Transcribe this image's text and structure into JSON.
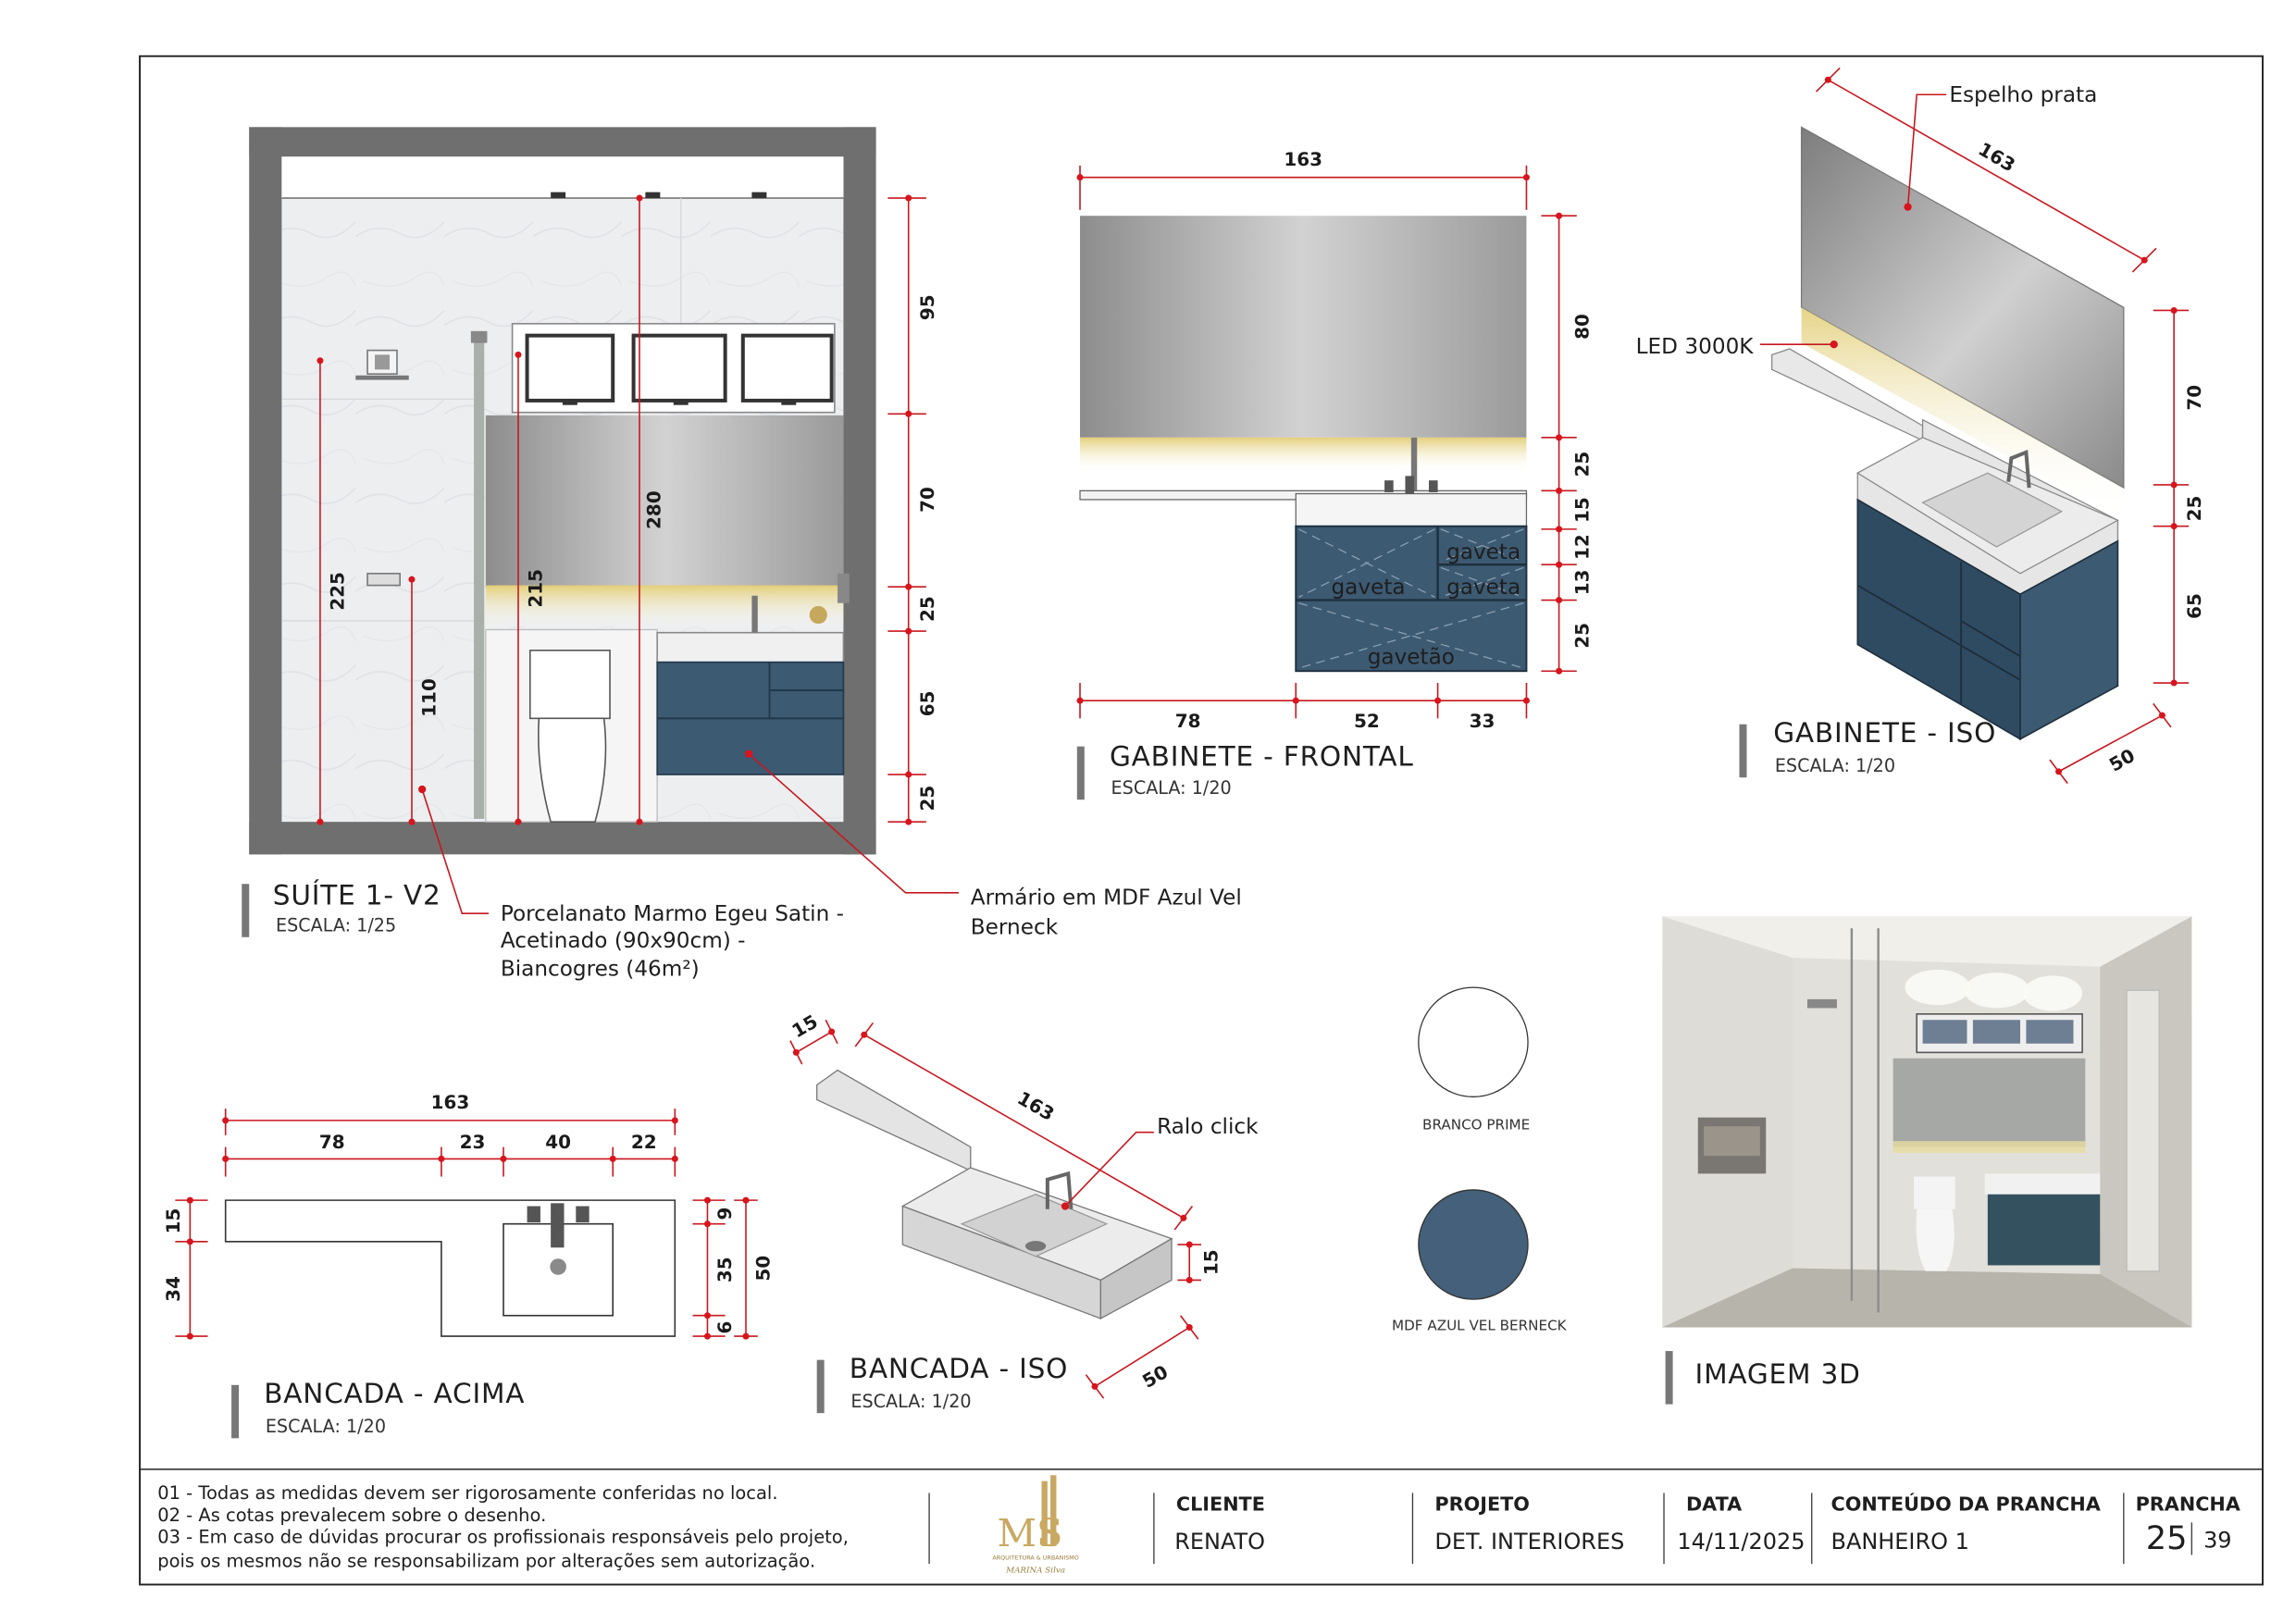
{
  "views": {
    "suite": {
      "title": "SUÍTE 1- V2",
      "scale": "ESCALA: 1/25"
    },
    "gab_frontal": {
      "title": "GABINETE - FRONTAL",
      "scale": "ESCALA: 1/20"
    },
    "gab_iso": {
      "title": "GABINETE - ISO",
      "scale": "ESCALA: 1/20"
    },
    "bancada_acima": {
      "title": "BANCADA - ACIMA",
      "scale": "ESCALA: 1/20"
    },
    "bancada_iso": {
      "title": "BANCADA - ISO",
      "scale": "ESCALA: 1/20"
    },
    "imagem3d": {
      "title": "IMAGEM 3D"
    }
  },
  "annotations": {
    "porcelanato": [
      "Porcelanato Marmo Egeu Satin -",
      "Acetinado (90x90cm) -",
      "Biancogres (46m²)"
    ],
    "armario": [
      "Armário em MDF Azul Vel",
      "Berneck"
    ],
    "espelho": "Espelho prata",
    "led": "LED 3000K",
    "ralo": "Ralo click",
    "gaveta": "gaveta",
    "gavetao": "gavetão"
  },
  "dimensions": {
    "suite": {
      "d95": "95",
      "d70": "70",
      "d25a": "25",
      "d65": "65",
      "d25b": "25",
      "d280": "280",
      "d225": "225",
      "d215": "215",
      "d110": "110"
    },
    "frontal": {
      "w163": "163",
      "d80": "80",
      "d25": "25",
      "d15": "15",
      "d12": "12",
      "d13": "13",
      "d25b": "25",
      "w78": "78",
      "w52": "52",
      "w33": "33"
    },
    "iso": {
      "w163": "163",
      "d70": "70",
      "d25": "25",
      "d65": "65",
      "d50": "50"
    },
    "acima": {
      "w163": "163",
      "w78": "78",
      "w23": "23",
      "w40": "40",
      "w22": "22",
      "d15": "15",
      "d34": "34",
      "d9": "9",
      "d35": "35",
      "d6": "6",
      "d50": "50"
    },
    "biso": {
      "d15a": "15",
      "w163": "163",
      "d15b": "15",
      "d50": "50"
    }
  },
  "swatches": [
    {
      "label": "BRANCO PRIME",
      "color": "#ffffff"
    },
    {
      "label": "MDF AZUL VEL BERNECK",
      "color": "#44607a"
    }
  ],
  "colors": {
    "accent_red": "#c8171f",
    "cabinet_blue": "#3c5a72",
    "wall_grey": "#6f6f6f"
  },
  "notes": [
    "01 - Todas as medidas devem ser rigorosamente conferidas no local.",
    "02 - As cotas prevalecem sobre o desenho.",
    "03 - Em caso de dúvidas procurar os profissionais responsáveis pelo projeto,",
    "pois os mesmos não se responsabilizam por alterações sem autorização."
  ],
  "logo": {
    "initials": "MS",
    "line1": "ARQUITETURA & URBANISMO",
    "signature": "MARINA Silva"
  },
  "titleblock": {
    "cliente_label": "CLIENTE",
    "cliente": "RENATO",
    "projeto_label": "PROJETO",
    "projeto": "DET. INTERIORES",
    "data_label": "DATA",
    "data": "14/11/2025",
    "conteudo_label": "CONTEÚDO DA PRANCHA",
    "conteudo": "BANHEIRO 1",
    "prancha_label": "PRANCHA",
    "prancha": "25",
    "total": "39"
  }
}
